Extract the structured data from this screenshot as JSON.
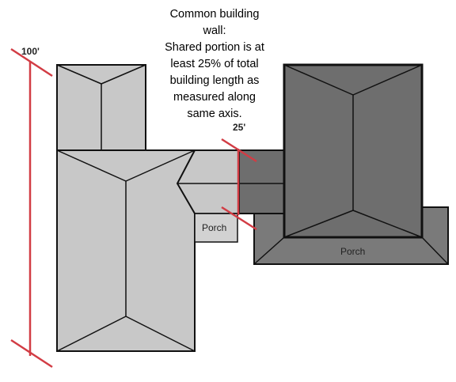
{
  "caption": {
    "lines": [
      "Common building",
      "wall:",
      "Shared portion is at",
      "least 25% of total",
      "building length as",
      "measured along",
      "same axis."
    ]
  },
  "dimensions": {
    "total_length": "100'",
    "shared_wall": "25'"
  },
  "labels": {
    "porch_left": "Porch",
    "porch_right": "Porch"
  },
  "colors": {
    "light_roof": "#c8c8c8",
    "dark_roof": "#6e6e6e",
    "porch_light": "#d2d2d2",
    "porch_dark": "#7a7a7a",
    "dimension_line": "#d23c44",
    "outline": "#111111"
  }
}
